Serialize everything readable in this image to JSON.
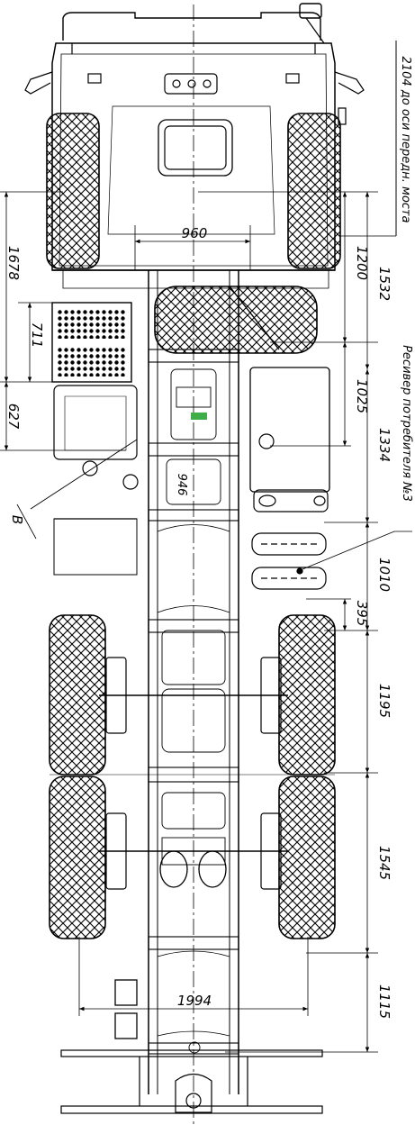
{
  "diagram": {
    "colors": {
      "ink": "#000000",
      "paper": "#ffffff",
      "accent": "#3fae49"
    },
    "notes": {
      "front_axle_note": "2104 до оси передн. моста",
      "receiver_note": "Ресивер потребителя №3",
      "callout_b": "В"
    },
    "dimensions": {
      "track_width": "960",
      "rear_track": "1994",
      "d1200": "1200",
      "d1532": "1532",
      "d1025": "1025",
      "d1334": "1334",
      "d1010": "1010",
      "d395": "395",
      "d1195": "1195",
      "d1545": "1545",
      "d1115": "1115",
      "d1678": "1678",
      "d711": "711",
      "d627": "627",
      "d946": "946"
    }
  }
}
